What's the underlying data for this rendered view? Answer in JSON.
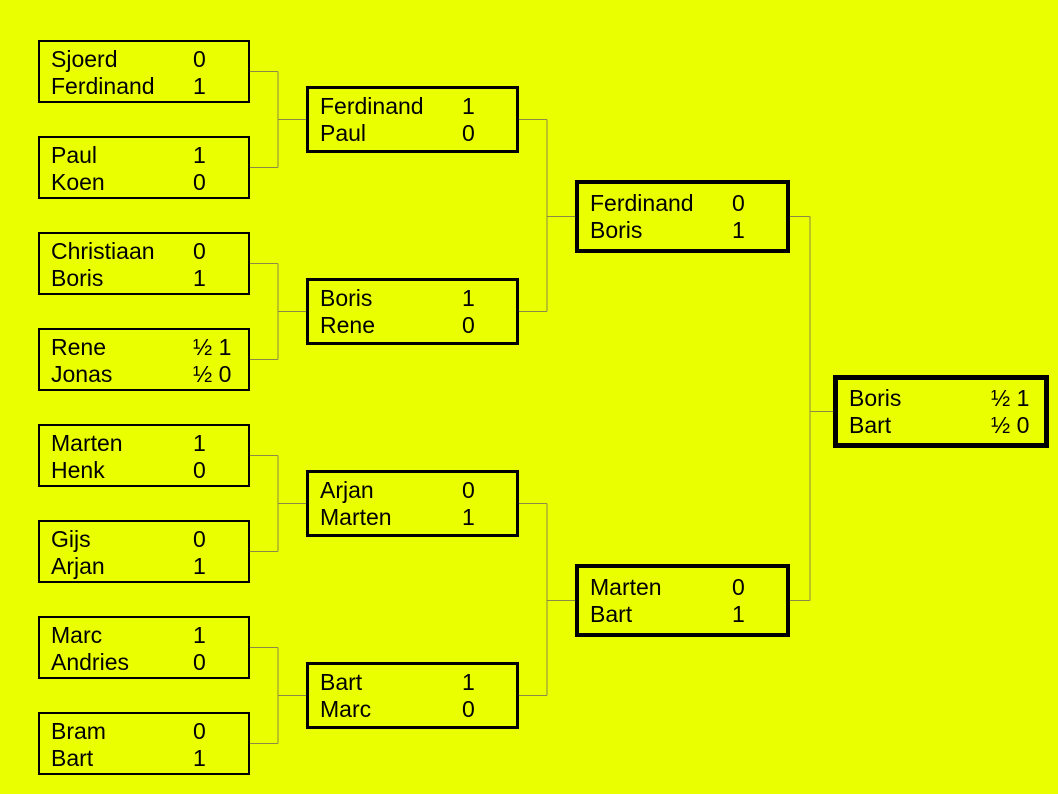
{
  "bracket": {
    "title": "knockout-tournament-bracket",
    "colors": {
      "background": "#EAFF00",
      "box_border": "#000000",
      "text": "#000000",
      "connector": "#8B8B47"
    },
    "rounds": [
      {
        "name": "round-1",
        "matches": [
          {
            "players": [
              {
                "name": "Sjoerd",
                "score": "0"
              },
              {
                "name": "Ferdinand",
                "score": "1"
              }
            ]
          },
          {
            "players": [
              {
                "name": "Paul",
                "score": "1"
              },
              {
                "name": "Koen",
                "score": "0"
              }
            ]
          },
          {
            "players": [
              {
                "name": "Christiaan",
                "score": "0"
              },
              {
                "name": "Boris",
                "score": "1"
              }
            ]
          },
          {
            "players": [
              {
                "name": "Rene",
                "score": "½ 1"
              },
              {
                "name": "Jonas",
                "score": "½ 0"
              }
            ]
          },
          {
            "players": [
              {
                "name": "Marten",
                "score": "1"
              },
              {
                "name": "Henk",
                "score": "0"
              }
            ]
          },
          {
            "players": [
              {
                "name": "Gijs",
                "score": "0"
              },
              {
                "name": "Arjan",
                "score": "1"
              }
            ]
          },
          {
            "players": [
              {
                "name": "Marc",
                "score": "1"
              },
              {
                "name": "Andries",
                "score": "0"
              }
            ]
          },
          {
            "players": [
              {
                "name": "Bram",
                "score": "0"
              },
              {
                "name": "Bart",
                "score": "1"
              }
            ]
          }
        ]
      },
      {
        "name": "round-2",
        "matches": [
          {
            "players": [
              {
                "name": "Ferdinand",
                "score": "1"
              },
              {
                "name": "Paul",
                "score": "0"
              }
            ]
          },
          {
            "players": [
              {
                "name": "Boris",
                "score": "1"
              },
              {
                "name": "Rene",
                "score": "0"
              }
            ]
          },
          {
            "players": [
              {
                "name": "Arjan",
                "score": "0"
              },
              {
                "name": "Marten",
                "score": "1"
              }
            ]
          },
          {
            "players": [
              {
                "name": "Bart",
                "score": "1"
              },
              {
                "name": "Marc",
                "score": "0"
              }
            ]
          }
        ]
      },
      {
        "name": "semifinal",
        "matches": [
          {
            "players": [
              {
                "name": "Ferdinand",
                "score": "0"
              },
              {
                "name": "Boris",
                "score": "1"
              }
            ]
          },
          {
            "players": [
              {
                "name": "Marten",
                "score": "0"
              },
              {
                "name": "Bart",
                "score": "1"
              }
            ]
          }
        ]
      },
      {
        "name": "final",
        "matches": [
          {
            "players": [
              {
                "name": "Boris",
                "score": "½ 1"
              },
              {
                "name": "Bart",
                "score": "½ 0"
              }
            ]
          }
        ]
      }
    ]
  }
}
